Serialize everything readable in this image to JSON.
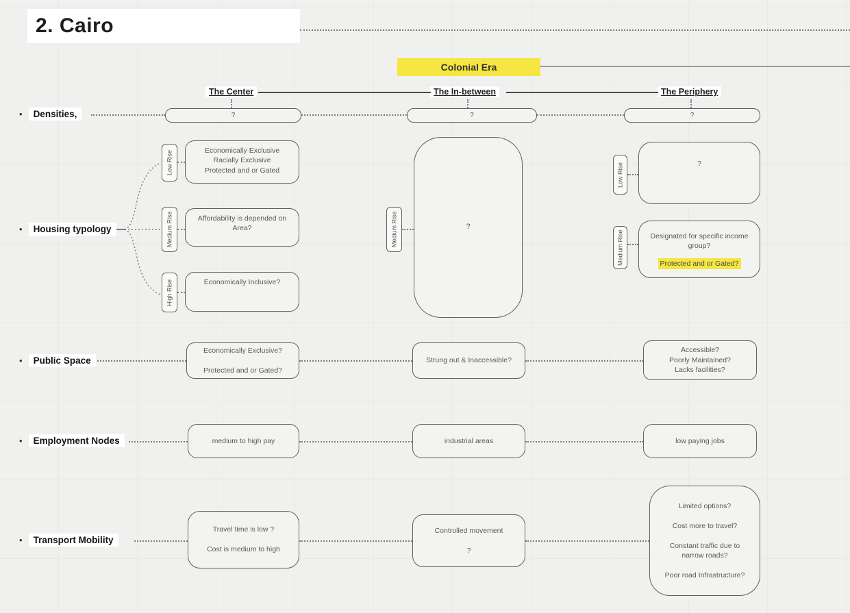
{
  "title": "2. Cairo",
  "era": {
    "label": "Colonial Era"
  },
  "columns": {
    "center": "The Center",
    "inbetween": "The In-between",
    "periphery": "The Periphery"
  },
  "tags": {
    "low": "Low Rise",
    "medium": "Medium Rise",
    "high": "High Rise"
  },
  "rows": {
    "densities": {
      "bullet": "•",
      "label": "Densities,",
      "center": "?",
      "inbetween": "?",
      "periphery": "?"
    },
    "housing": {
      "bullet": "•",
      "label": "Housing typology",
      "center_low": "Economically Exclusive\nRacially Exclusive\nProtected and or Gated",
      "center_medium": "Affordability is depended on\nArea?",
      "center_high": "Economically Inclusive?",
      "inbetween": "?",
      "periphery_low": "?",
      "periphery_medium_text": "Designated for specific income\ngroup?",
      "periphery_medium_highlight": "Protected and or Gated?"
    },
    "public_space": {
      "bullet": "•",
      "label": "Public Space",
      "center": "Economically Exclusive?\n\nProtected and or Gated?",
      "inbetween": "Strung out & Inaccessible?",
      "periphery": "Accessible?\nPoorly Maintained?\nLacks facilities?"
    },
    "employment": {
      "bullet": "•",
      "label": "Employment Nodes",
      "center": "medium to high pay",
      "inbetween": "industrial areas",
      "periphery": "low paying jobs"
    },
    "transport": {
      "bullet": "•",
      "label": "Transport Mobility",
      "center": "Travel time is low ?\n\nCost is medium to high",
      "inbetween": "Controlled movement\n\n?",
      "periphery": "Limited options?\n\nCost more to travel?\n\nConstant traffic due to\nnarrow roads?\n\nPoor road Infrastructure?"
    }
  },
  "colors": {
    "canvas": "#f0f0ee",
    "highlight_yellow": "#f5e642",
    "shape_border": "#5f5f5f",
    "shape_fill": "#f3f3f1",
    "text_gray": "#595959"
  }
}
